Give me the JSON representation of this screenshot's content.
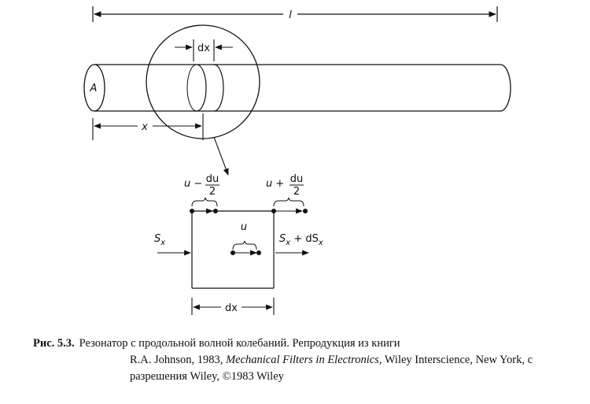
{
  "diagram": {
    "length_label": "l",
    "area_label": "A",
    "dx_top_label": "dx",
    "x_label": "x",
    "u_minus_prefix": "u −",
    "u_plus_prefix": "u +",
    "du": "du",
    "two": "2",
    "u_label": "u",
    "sx_label": "S",
    "sx_sub": "x",
    "sx_right_label": "S",
    "sx_right_sub": "x",
    "plus_d": " + dS",
    "plus_d_sub": "x",
    "dx_bottom_label": "dx"
  },
  "caption": {
    "number": "Рис. 5.3.",
    "text1": "Резонатор с продольной волной колебаний. Репродукция из книги",
    "text2a": "R.A. Johnson, 1983, ",
    "book": "Mechanical Filters in Electronics",
    "text2b": ", Wiley Interscience, New York, с разрешения Wiley, ©1983 Wiley"
  }
}
